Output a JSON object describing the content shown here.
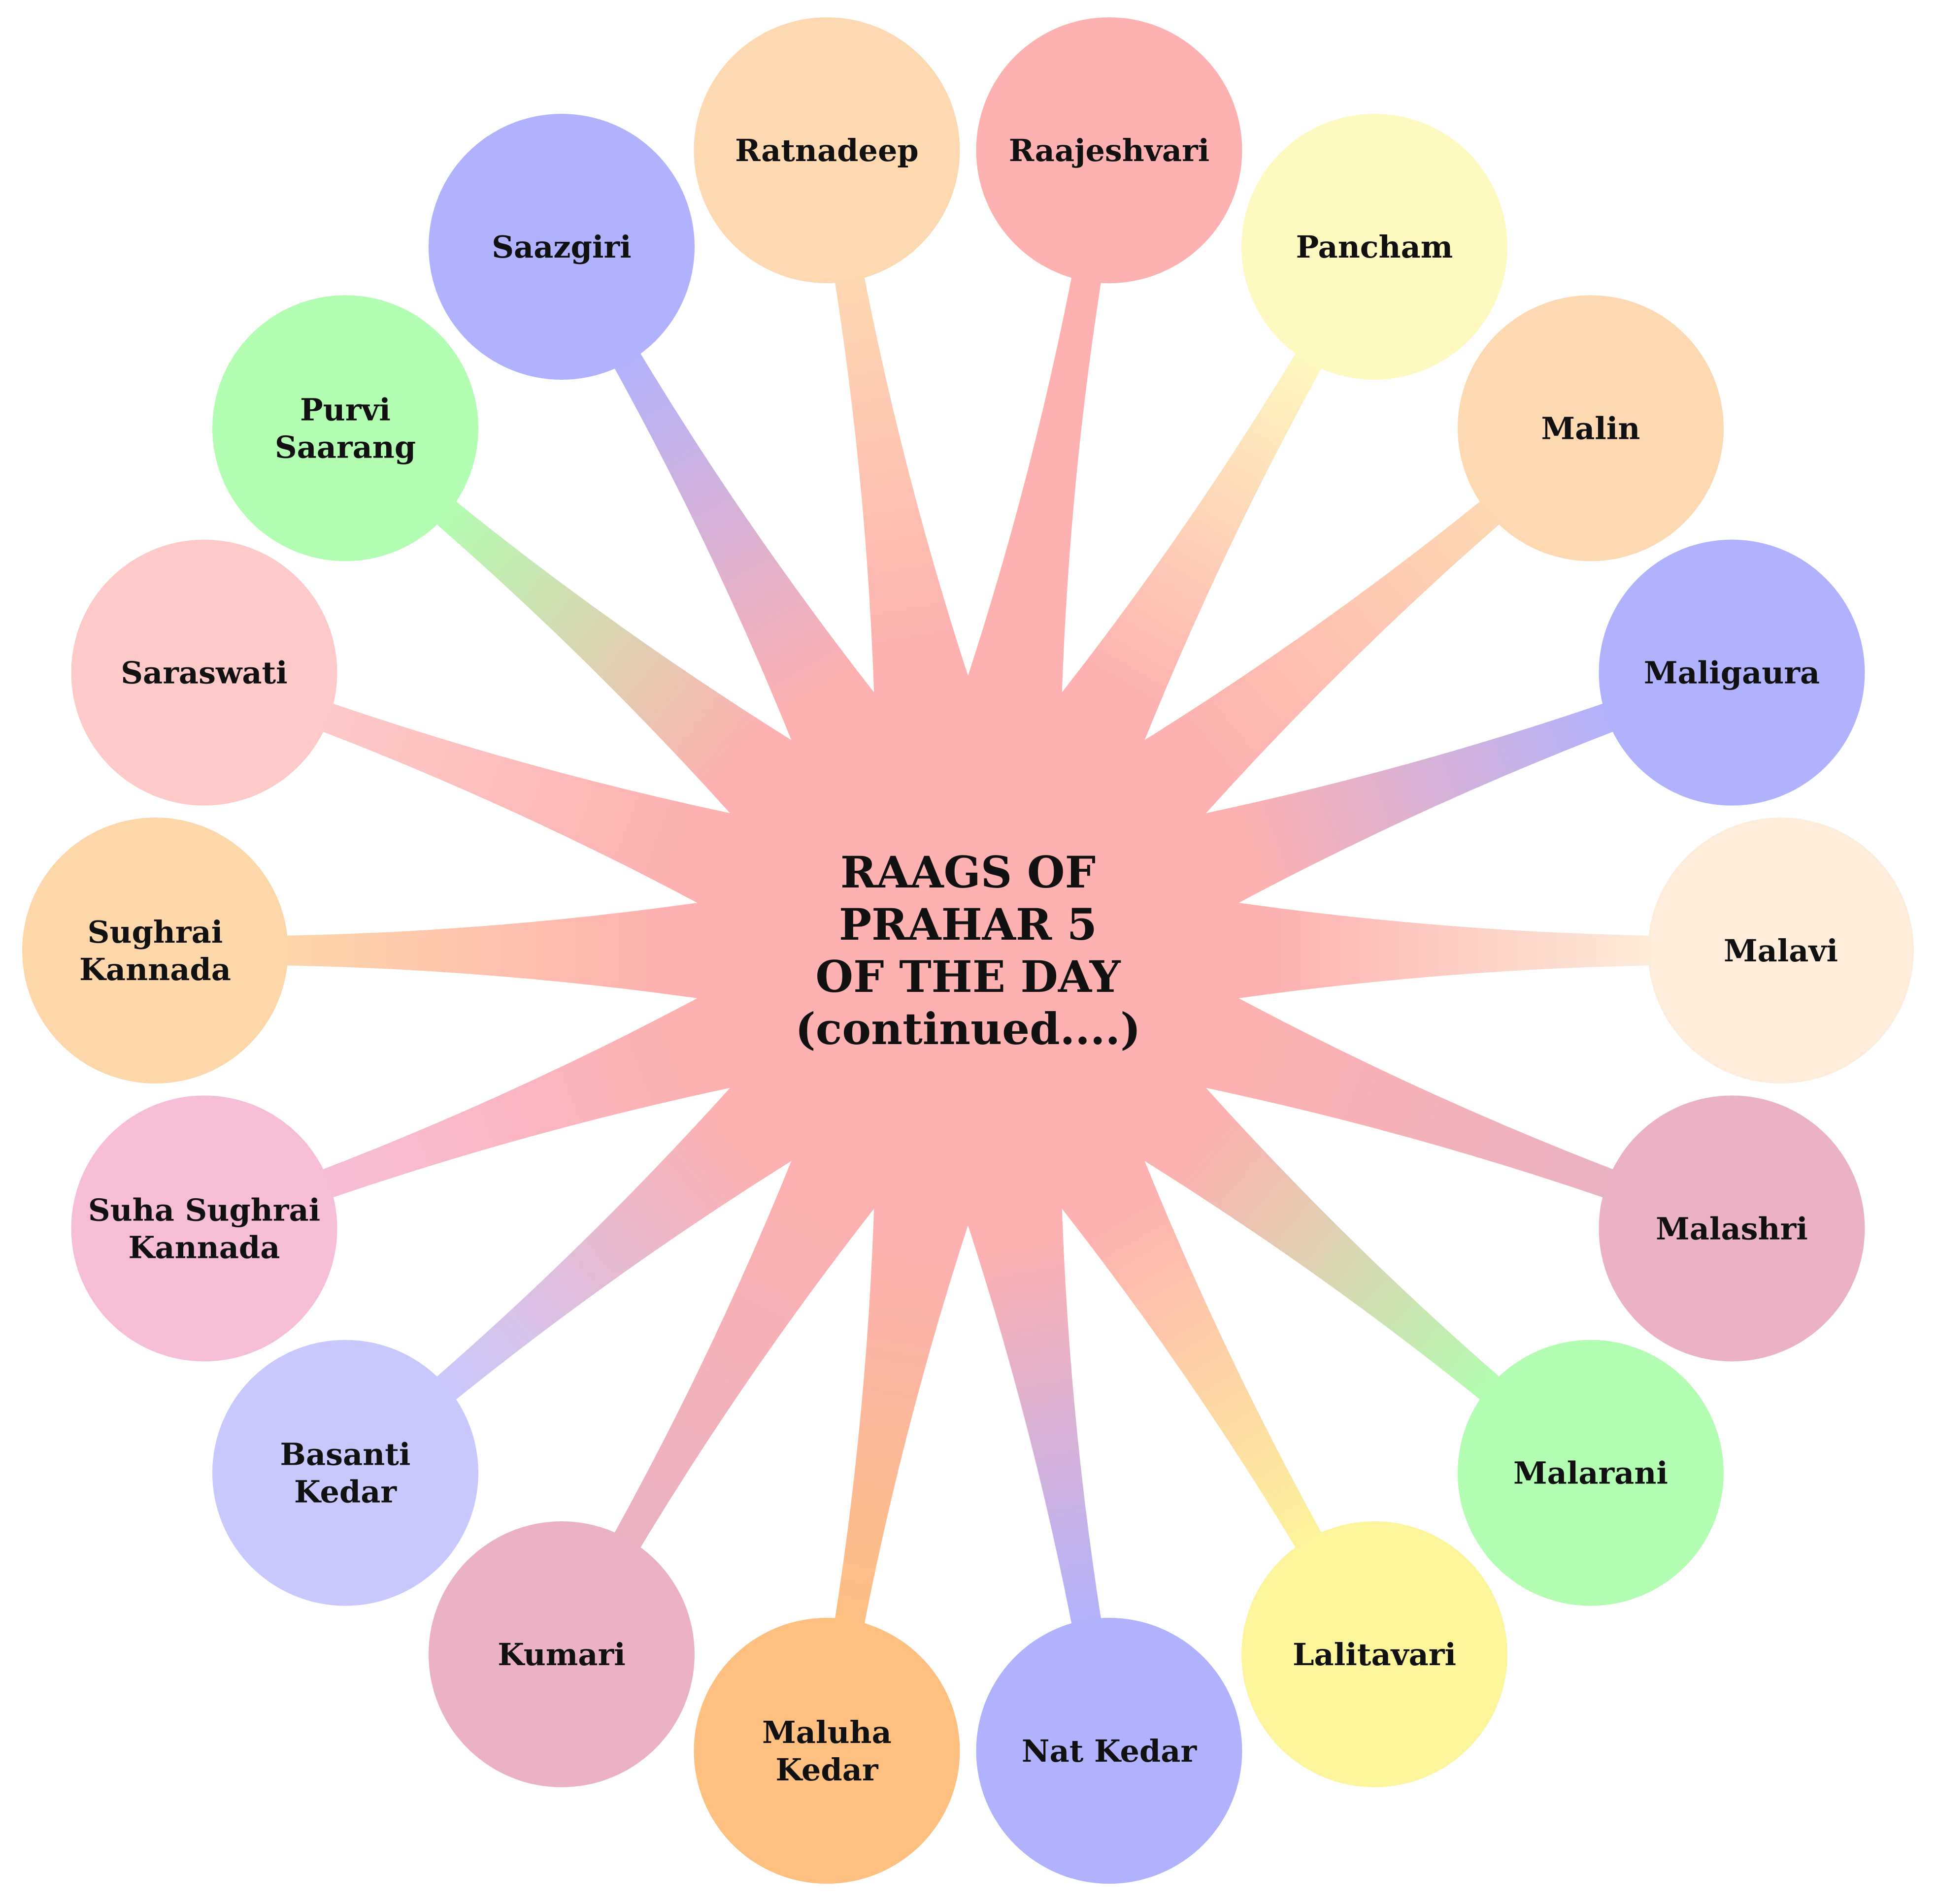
{
  "diagram": {
    "center": {
      "lines": [
        "RAAGS OF",
        "PRAHAR 5",
        "OF THE DAY",
        "(continued....)"
      ],
      "color": "#fdb1b1"
    },
    "nodes": [
      {
        "id": "raajeshvari",
        "lines": [
          "Raajeshvari"
        ],
        "color": "#fdb1b1"
      },
      {
        "id": "pancham",
        "lines": [
          "Pancham"
        ],
        "color": "#fef9c0"
      },
      {
        "id": "malin",
        "lines": [
          "Malin"
        ],
        "color": "#fdd8b1"
      },
      {
        "id": "maligaura",
        "lines": [
          "Maligaura"
        ],
        "color": "#b1b2fd"
      },
      {
        "id": "malavi",
        "lines": [
          "Malavi"
        ],
        "color": "#fdecda"
      },
      {
        "id": "malashri",
        "lines": [
          "Malashri"
        ],
        "color": "#eab2c3"
      },
      {
        "id": "malarani",
        "lines": [
          "Malarani"
        ],
        "color": "#b2fdb1"
      },
      {
        "id": "lalitavari",
        "lines": [
          "Lalitavari"
        ],
        "color": "#fdf59b"
      },
      {
        "id": "nat-kedar",
        "lines": [
          "Nat Kedar"
        ],
        "color": "#b1b2fd"
      },
      {
        "id": "maluha-kedar",
        "lines": [
          "Maluha",
          "Kedar"
        ],
        "color": "#fdc081"
      },
      {
        "id": "kumari",
        "lines": [
          "Kumari"
        ],
        "color": "#eab2c3"
      },
      {
        "id": "basanti-kedar",
        "lines": [
          "Basanti",
          "Kedar"
        ],
        "color": "#c9c8fd"
      },
      {
        "id": "suha-sughrai-kannada",
        "lines": [
          "Suha Sughrai",
          "Kannada"
        ],
        "color": "#f6bdd6"
      },
      {
        "id": "sughrai-kannada",
        "lines": [
          "Sughrai",
          "Kannada"
        ],
        "color": "#fdd6a9"
      },
      {
        "id": "saraswati",
        "lines": [
          "Saraswati"
        ],
        "color": "#fdc9c9"
      },
      {
        "id": "purvi-saarang",
        "lines": [
          "Purvi",
          "Saarang"
        ],
        "color": "#b2fdb1"
      },
      {
        "id": "saazgiri",
        "lines": [
          "Saazgiri"
        ],
        "color": "#b1b2fd"
      },
      {
        "id": "ratnadeep",
        "lines": [
          "Ratnadeep"
        ],
        "color": "#fdd8b1"
      }
    ]
  }
}
